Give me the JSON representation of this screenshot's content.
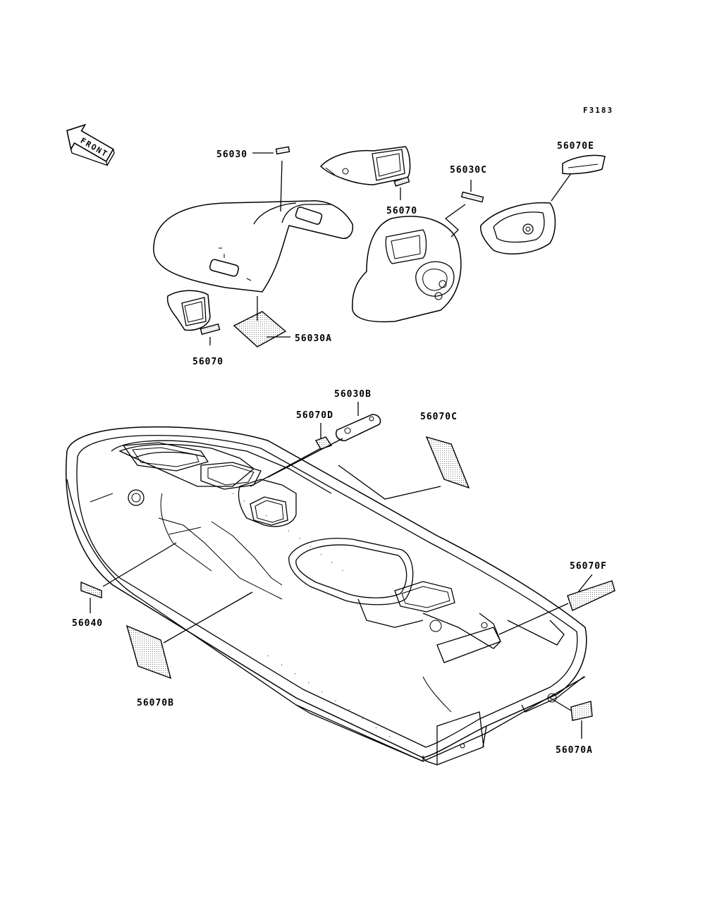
{
  "figure_id": "F3183",
  "front_label": "FRONT",
  "labels": {
    "p56030": "56030",
    "p56070_top": "56070",
    "p56030C": "56030C",
    "p56070E": "56070E",
    "p56070_left": "56070",
    "p56030A": "56030A",
    "p56030B": "56030B",
    "p56070D": "56070D",
    "p56070C": "56070C",
    "p56070F": "56070F",
    "p56040": "56040",
    "p56070B": "56070B",
    "p56070A": "56070A"
  },
  "icons": {
    "front_arrow": "front-arrow-icon"
  }
}
